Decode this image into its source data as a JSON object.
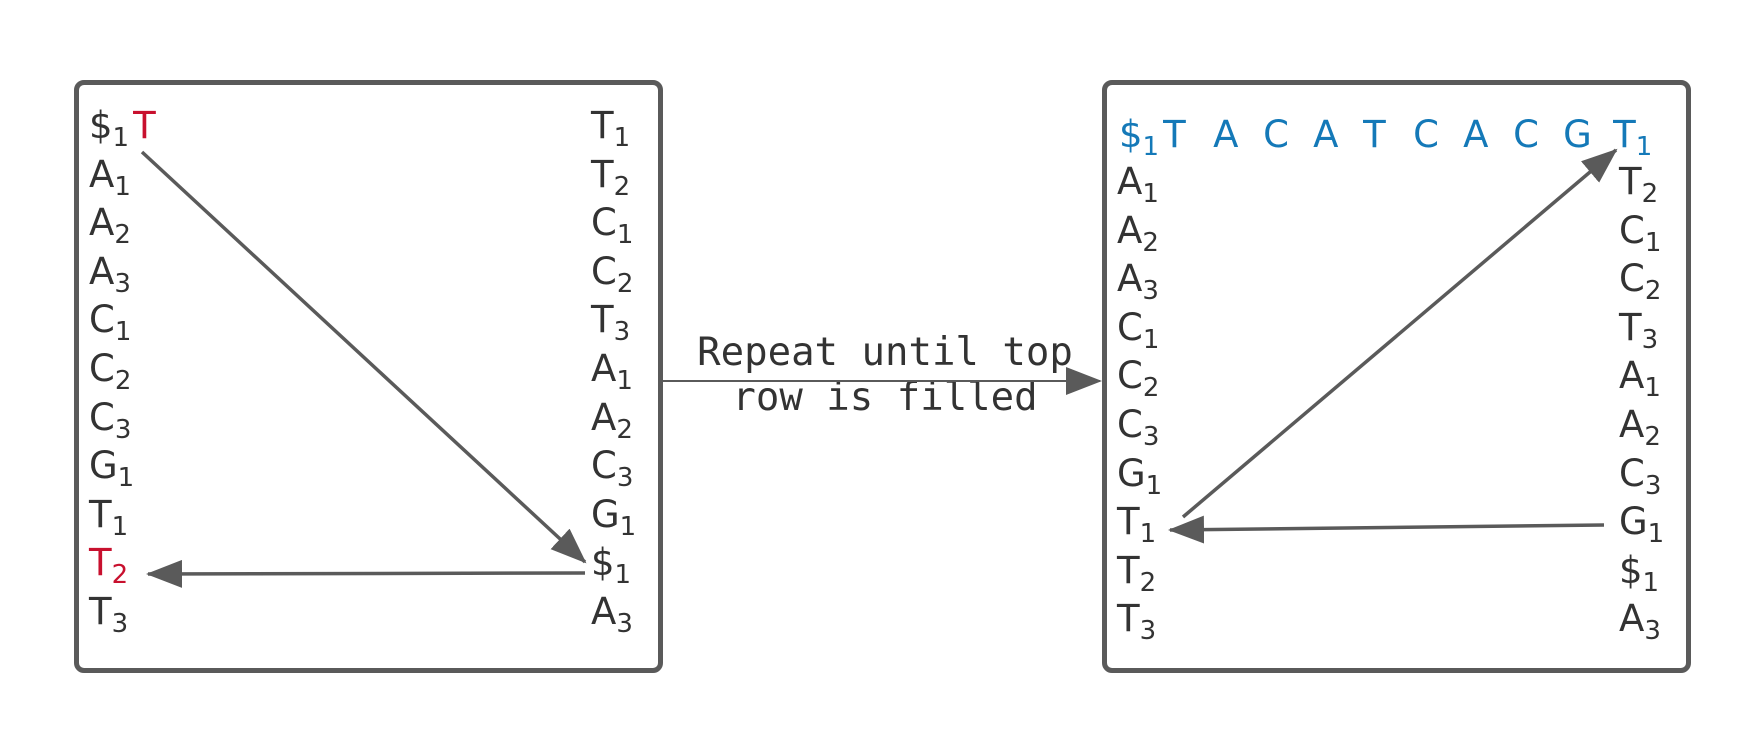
{
  "colors": {
    "frame": "#5a5a5a",
    "text": "#333333",
    "highlight_red": "#c8102e",
    "highlight_blue": "#1479b8"
  },
  "left_panel": {
    "first_column": [
      {
        "base": "$",
        "sub": "1",
        "extra": "T"
      },
      {
        "base": "A",
        "sub": "1"
      },
      {
        "base": "A",
        "sub": "2"
      },
      {
        "base": "A",
        "sub": "3"
      },
      {
        "base": "C",
        "sub": "1"
      },
      {
        "base": "C",
        "sub": "2"
      },
      {
        "base": "C",
        "sub": "3"
      },
      {
        "base": "G",
        "sub": "1"
      },
      {
        "base": "T",
        "sub": "1"
      },
      {
        "base": "T",
        "sub": "2",
        "highlight": true
      },
      {
        "base": "T",
        "sub": "3"
      }
    ],
    "last_column": [
      {
        "base": "T",
        "sub": "1"
      },
      {
        "base": "T",
        "sub": "2"
      },
      {
        "base": "C",
        "sub": "1"
      },
      {
        "base": "C",
        "sub": "2"
      },
      {
        "base": "T",
        "sub": "3"
      },
      {
        "base": "A",
        "sub": "1"
      },
      {
        "base": "A",
        "sub": "2"
      },
      {
        "base": "C",
        "sub": "3"
      },
      {
        "base": "G",
        "sub": "1"
      },
      {
        "base": "$",
        "sub": "1"
      },
      {
        "base": "A",
        "sub": "3"
      }
    ]
  },
  "repeat_label": {
    "line1": "Repeat until top",
    "line2": "row is filled"
  },
  "right_panel": {
    "top_row": {
      "start": {
        "base": "$",
        "sub": "1"
      },
      "letters": [
        "T",
        "A",
        "C",
        "A",
        "T",
        "C",
        "A",
        "C",
        "G"
      ],
      "end": {
        "base": "T",
        "sub": "1"
      }
    },
    "first_column": [
      {
        "base": "A",
        "sub": "1"
      },
      {
        "base": "A",
        "sub": "2"
      },
      {
        "base": "A",
        "sub": "3"
      },
      {
        "base": "C",
        "sub": "1"
      },
      {
        "base": "C",
        "sub": "2"
      },
      {
        "base": "C",
        "sub": "3"
      },
      {
        "base": "G",
        "sub": "1"
      },
      {
        "base": "T",
        "sub": "1"
      },
      {
        "base": "T",
        "sub": "2"
      },
      {
        "base": "T",
        "sub": "3"
      }
    ],
    "last_column": [
      {
        "base": "T",
        "sub": "2"
      },
      {
        "base": "C",
        "sub": "1"
      },
      {
        "base": "C",
        "sub": "2"
      },
      {
        "base": "T",
        "sub": "3"
      },
      {
        "base": "A",
        "sub": "1"
      },
      {
        "base": "A",
        "sub": "2"
      },
      {
        "base": "C",
        "sub": "3"
      },
      {
        "base": "G",
        "sub": "1"
      },
      {
        "base": "$",
        "sub": "1"
      },
      {
        "base": "A",
        "sub": "3"
      }
    ]
  }
}
